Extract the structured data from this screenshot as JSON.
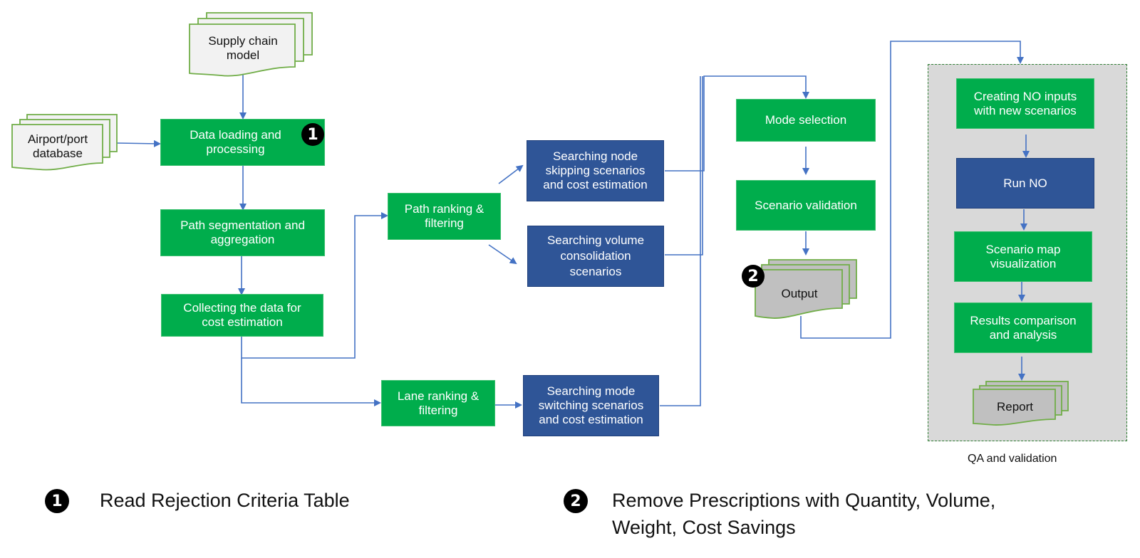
{
  "colors": {
    "process_green": "#00ad4c",
    "search_blue": "#2f5597",
    "connector": "#4472c4",
    "doc_border": "#70ad47",
    "qa_background": "#d9d9d9",
    "qa_border": "#2e7d32"
  },
  "documents": {
    "supply_chain_model": "Supply chain\nmodel",
    "airport_port_database": "Airport/port\ndatabase",
    "output": "Output",
    "report": "Report"
  },
  "process": {
    "data_loading": "Data loading and\nprocessing",
    "path_segmentation": "Path segmentation and\naggregation",
    "collecting_data": "Collecting the data for\ncost estimation",
    "path_ranking": "Path ranking &\nfiltering",
    "lane_ranking": "Lane ranking &\nfiltering",
    "mode_selection": "Mode selection",
    "scenario_validation": "Scenario validation",
    "creating_no_inputs": "Creating NO inputs\nwith new scenarios",
    "scenario_map": "Scenario map\nvisualization",
    "results_comparison": "Results comparison\nand analysis"
  },
  "search": {
    "node_skipping": "Searching node\nskipping scenarios\nand cost estimation",
    "volume_consolidation": "Searching volume\nconsolidation\nscenarios",
    "mode_switching": "Searching mode\nswitching scenarios\nand cost estimation",
    "run_no": "Run NO"
  },
  "qa_group": {
    "caption": "QA and validation"
  },
  "badges": {
    "one": "1",
    "two": "2"
  },
  "legend": [
    {
      "number": "1",
      "text": "Read Rejection Criteria Table"
    },
    {
      "number": "2",
      "text": "Remove Prescriptions with Quantity, Volume,\nWeight, Cost Savings"
    }
  ]
}
